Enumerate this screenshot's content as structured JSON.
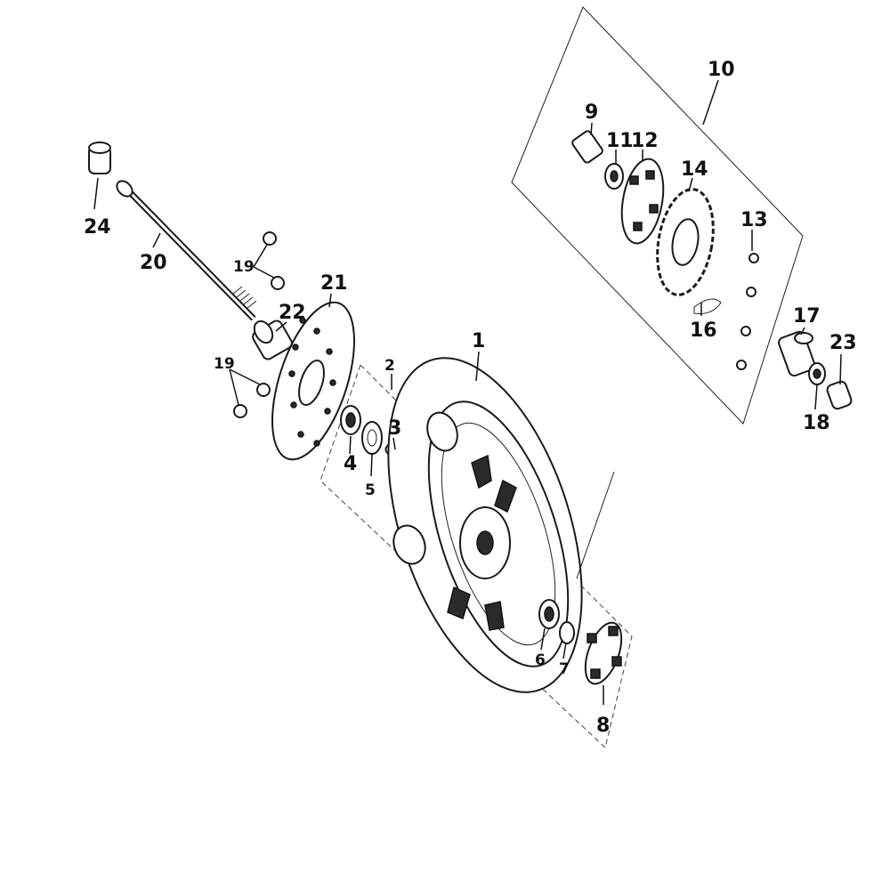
{
  "diagram": {
    "type": "exploded-parts-diagram",
    "callouts": {
      "c1": "1",
      "c2": "2",
      "c3": "3",
      "c4": "4",
      "c5": "5",
      "c6": "6",
      "c7": "7",
      "c8": "8",
      "c9": "9",
      "c10": "10",
      "c11": "11",
      "c12": "12",
      "c13": "13",
      "c14": "14",
      "c16": "16",
      "c17": "17",
      "c18": "18",
      "c19a": "19",
      "c19b": "19",
      "c20": "20",
      "c21": "21",
      "c22": "22",
      "c23": "23",
      "c24": "24"
    }
  }
}
